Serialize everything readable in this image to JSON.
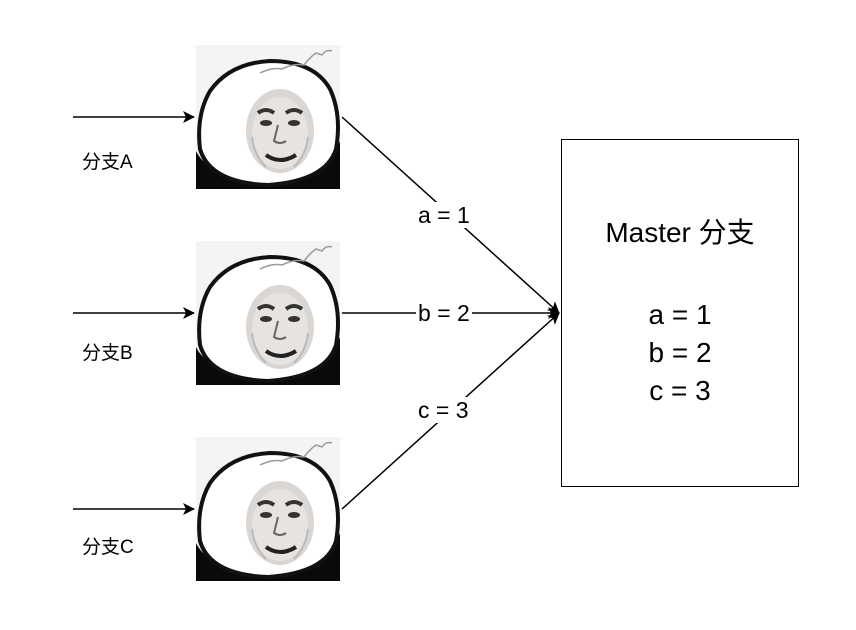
{
  "branches": [
    {
      "label": "分支A"
    },
    {
      "label": "分支B"
    },
    {
      "label": "分支C"
    }
  ],
  "edges": [
    {
      "label": "a = 1"
    },
    {
      "label": "b = 2"
    },
    {
      "label": "c = 3"
    }
  ],
  "master": {
    "title": "Master 分支",
    "values": [
      "a = 1",
      "b = 2",
      "c = 3"
    ]
  },
  "face_image": {
    "icon": "panda-meme-face-icon"
  }
}
